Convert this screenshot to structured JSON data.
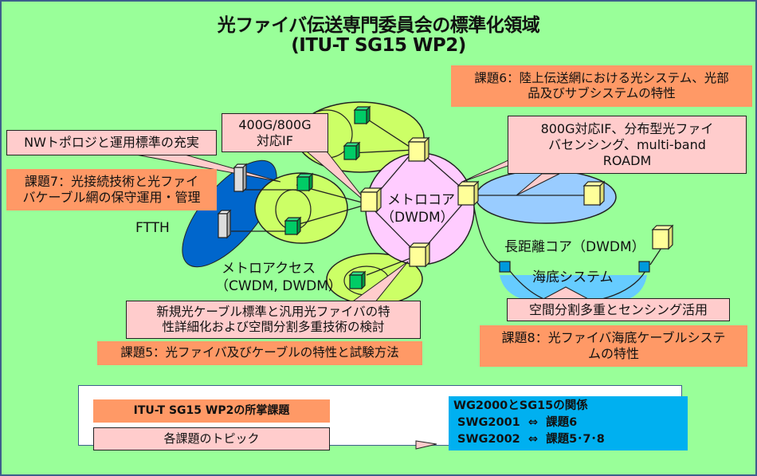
{
  "title": {
    "line1": "光ファイバ伝送専門委員会の標準化領域",
    "line2": "(ITU-T SG15 WP2)"
  },
  "colors": {
    "background": "#99ff99",
    "question_box": "#ff9966",
    "topic_callout": "#ffcccc",
    "metro_core": "#ffccff",
    "metro_access": "#ccff66",
    "ftth": "#0066cc",
    "long_haul": "#99ccff",
    "submarine": "#66ccff",
    "relation_box": "#00b0f0",
    "node_yellow": "#ffff99",
    "node_green": "#00cc66",
    "node_gray": "#dddddd"
  },
  "questions": {
    "q6": "課題6：陸上伝送網における光システム、光部品及びサブシステムの特性",
    "q6_line1": "課題6：陸上伝送網における光システム、光部",
    "q6_line2": "品及びサブシステムの特性",
    "q7_line1": "課題7：光接続技術と光ファイ",
    "q7_line2": "バケーブル網の保守運用・管理",
    "q5": "課題5：光ファイバ及びケーブルの特性と試験方法",
    "q8_line1": "課題8：光ファイバ海底ケーブルシステ",
    "q8_line2": "ムの特性"
  },
  "topics": {
    "nw_topology": "NWトポロジと運用標準の充実",
    "if_400_800_line1": "400G/800G",
    "if_400_800_line2": "対応IF",
    "q6_topic_line1": "800G対応IF、分布型光ファイ",
    "q6_topic_line2": "バセンシング、multi-band",
    "q6_topic_line3": "ROADM",
    "q5_topic_line1": "新規光ケーブル標準と汎用光ファイバの特",
    "q5_topic_line2": "性詳細化および空間分割多重技術の検討",
    "q8_topic": "空間分割多重とセンシング活用"
  },
  "network_labels": {
    "ftth": "FTTH",
    "metro_core_line1": "メトロコア",
    "metro_core_line2": "（DWDM）",
    "metro_access_line1": "メトロアクセス",
    "metro_access_line2": "（CWDM, DWDM）",
    "long_haul": "長距離コア（DWDM）",
    "submarine": "海底システム"
  },
  "legend": {
    "question_label": "ITU-T SG15 WP2の所掌課題",
    "topic_label": "各課題のトピック",
    "relation_title": "WG2000とSG15の関係",
    "relation_rows": [
      " SWG2001  ⇔  課題6",
      " SWG2002  ⇔  課題5･7･8"
    ]
  }
}
